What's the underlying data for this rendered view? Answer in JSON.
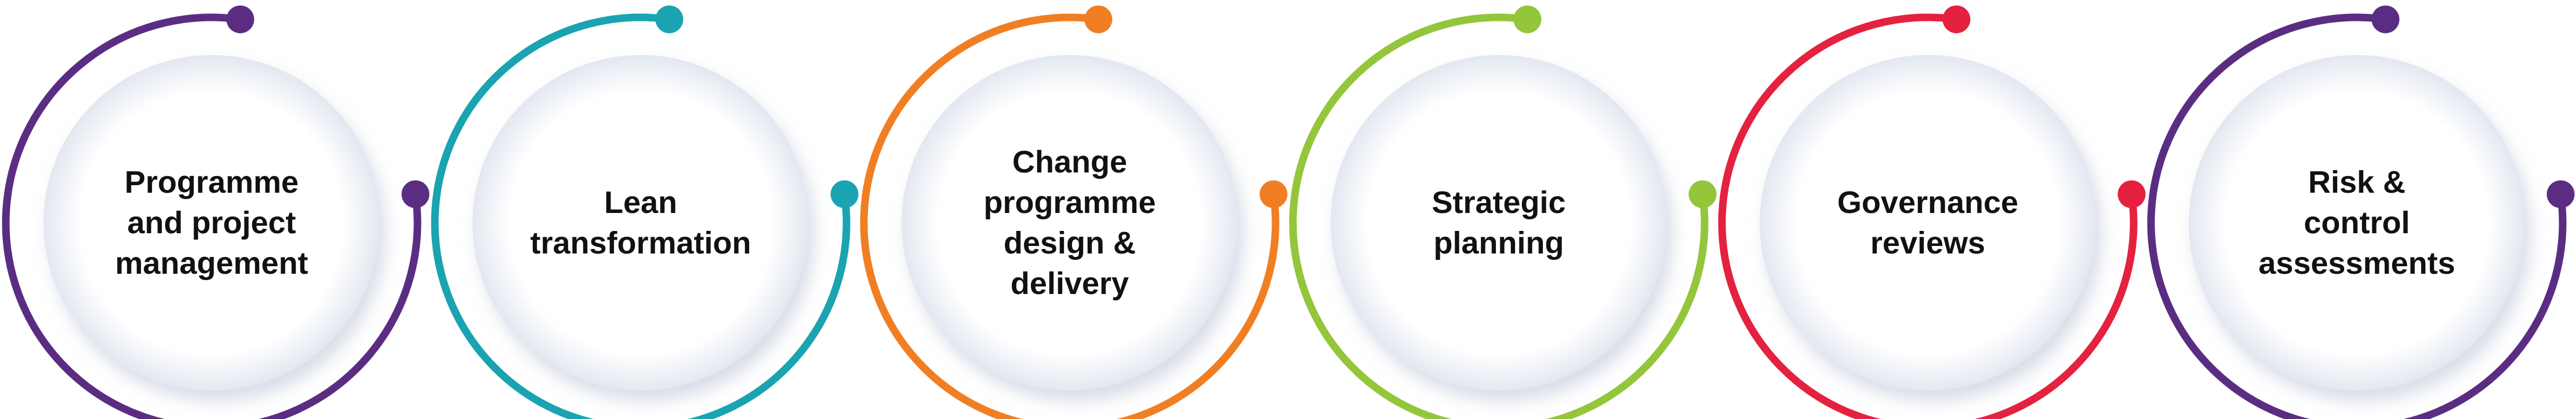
{
  "items": [
    {
      "label": "Programme\nand project\nmanagement",
      "color": "#5a2d82"
    },
    {
      "label": "Lean\ntransformation",
      "color": "#1aa3b0"
    },
    {
      "label": "Change\nprogramme\ndesign &\ndelivery",
      "color": "#f07f23"
    },
    {
      "label": "Strategic\nplanning",
      "color": "#93c63b"
    },
    {
      "label": "Governance\nreviews",
      "color": "#e4213f"
    },
    {
      "label": "Risk &\ncontrol\nassessments",
      "color": "#5a2d82"
    }
  ]
}
